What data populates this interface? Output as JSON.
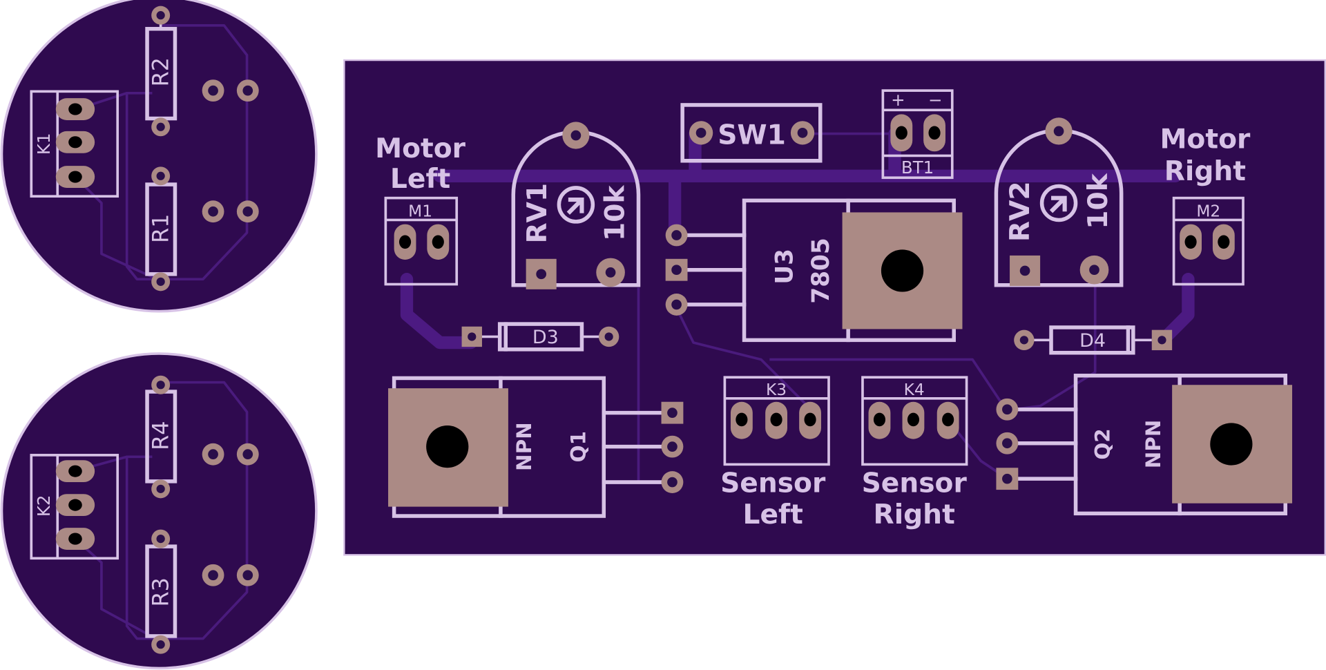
{
  "colors": {
    "background": "#ffffff",
    "board": "#2f0a4f",
    "silkscreen": "#d7c2e6",
    "pad": "#ab8a85",
    "trace": "#4c1a82"
  },
  "sensor_board_1": {
    "r1": "R1",
    "r2": "R2",
    "k1": "K1"
  },
  "sensor_board_2": {
    "r3": "R3",
    "r4": "R4",
    "k2": "K2"
  },
  "main_board": {
    "motor_left": {
      "line1": "Motor",
      "line2": "Left",
      "connector": "M1"
    },
    "motor_right": {
      "line1": "Motor",
      "line2": "Right",
      "connector": "M2"
    },
    "rv1": {
      "ref": "RV1",
      "value": "10k"
    },
    "rv2": {
      "ref": "RV2",
      "value": "10k"
    },
    "sw1": "SW1",
    "bt1": {
      "ref": "BT1",
      "plus": "+",
      "minus": "−"
    },
    "u3": {
      "ref": "U3",
      "value": "7805"
    },
    "d3": "D3",
    "d4": "D4",
    "q1": {
      "ref": "Q1",
      "type": "NPN"
    },
    "q2": {
      "ref": "Q2",
      "type": "NPN"
    },
    "k3": "K3",
    "k4": "K4",
    "sensor_left": {
      "line1": "Sensor",
      "line2": "Left"
    },
    "sensor_right": {
      "line1": "Sensor",
      "line2": "Right"
    }
  }
}
